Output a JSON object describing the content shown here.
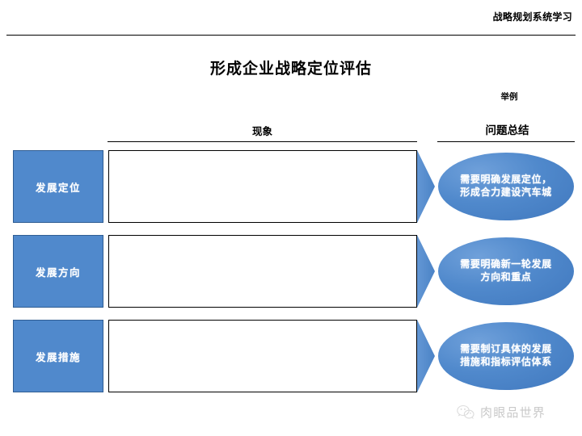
{
  "header": {
    "course_label": "战略规划系统学习"
  },
  "title": "形成企业战略定位评估",
  "columns": {
    "sample_note": "举例",
    "phenomena_header": "现象",
    "summary_header": "问题总结"
  },
  "rows": [
    {
      "category": "发展定位",
      "phenomena": "",
      "summary": "需要明确发展定位，形成合力建设汽车城"
    },
    {
      "category": "发展方向",
      "phenomena": "",
      "summary": "需要明确新一轮发展方向和重点"
    },
    {
      "category": "发展措施",
      "phenomena": "",
      "summary": "需要制订具体的发展措施和指标评估体系"
    }
  ],
  "watermark": {
    "icon": "wechat-icon",
    "text": "肉眼品世界"
  },
  "colors": {
    "accent_blue": "#5089CC",
    "accent_blue_dark": "#4078BE",
    "accent_blue_light": "#6FA0DA",
    "border_black": "#000000",
    "watermark_gray": "#C9C9C9"
  }
}
